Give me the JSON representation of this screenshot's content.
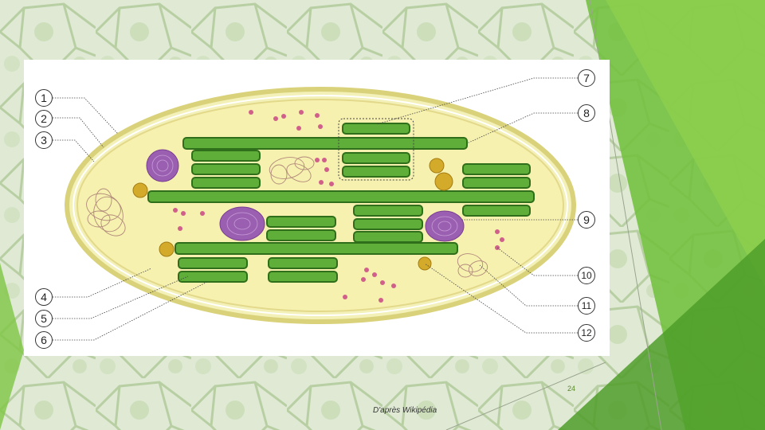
{
  "figure": {
    "labels": [
      "1",
      "2",
      "3",
      "4",
      "5",
      "6",
      "7",
      "8",
      "9",
      "10",
      "11",
      "12"
    ]
  },
  "footer": {
    "page_number": "24",
    "source": "D'après Wikipédia"
  }
}
